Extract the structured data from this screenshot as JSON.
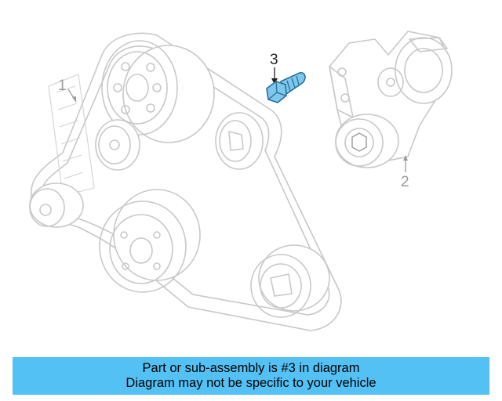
{
  "diagram": {
    "callouts": [
      {
        "id": "1",
        "label": "1"
      },
      {
        "id": "2",
        "label": "2"
      },
      {
        "id": "3",
        "label": "3"
      }
    ],
    "highlight_color": "#7ec8ee",
    "ghost_color": "#c8c8c8"
  },
  "banner": {
    "line1": "Part or sub-assembly is #3 in diagram",
    "line2": "Diagram may not be specific to your vehicle",
    "background": "#54c1f5"
  }
}
